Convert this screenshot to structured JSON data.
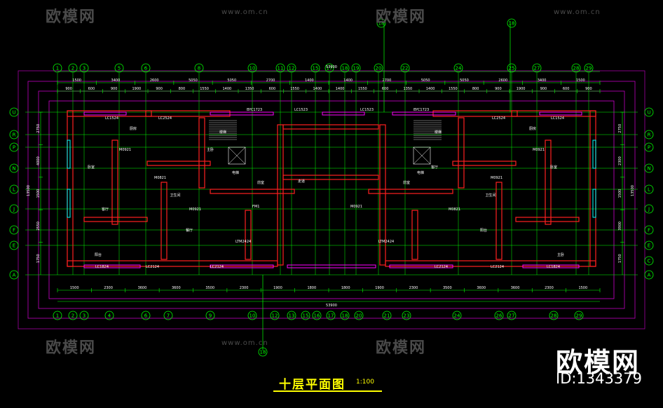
{
  "drawing": {
    "title": "十层平面图",
    "scale": "1:100",
    "total_width": "53900",
    "total_width_bottom": "53900",
    "total_depth": "13500"
  },
  "brand": {
    "logo": "欧模网",
    "id": "ID:1343379"
  },
  "watermark": {
    "logo": "欧模网",
    "url": "www.om.cn"
  },
  "axes": {
    "top_labels": [
      "1",
      "2",
      "3",
      "5",
      "6",
      "8",
      "10",
      "11",
      "12",
      "15",
      "17",
      "18",
      "19",
      "20",
      "22",
      "24",
      "25",
      "27",
      "28",
      "29"
    ],
    "bottom_labels": [
      "1",
      "2",
      "3",
      "4",
      "6",
      "7",
      "9",
      "10",
      "12",
      "13",
      "15",
      "16",
      "17",
      "18",
      "20",
      "21",
      "23",
      "24",
      "26",
      "27",
      "28",
      "29"
    ],
    "left_labels": [
      "U",
      "R",
      "P",
      "N",
      "L",
      "J",
      "F",
      "E",
      "A"
    ],
    "right_labels": [
      "U",
      "R",
      "P",
      "N",
      "L",
      "J",
      "F",
      "E",
      "C",
      "A"
    ],
    "section_marks": [
      "18",
      "18",
      "18"
    ]
  },
  "dimensions": {
    "top_row1": [
      "1500",
      "3400",
      "2600",
      "5050",
      "5050",
      "2700",
      "1400",
      "1400",
      "2700",
      "5050",
      "5050",
      "2600",
      "3400",
      "1500"
    ],
    "top_row2": [
      "900",
      "600",
      "900",
      "1900",
      "900",
      "800",
      "1550",
      "1400",
      "1350",
      "600",
      "1550",
      "1400",
      "1400",
      "1550",
      "600",
      "1350",
      "1400",
      "1550",
      "800",
      "900",
      "1900",
      "900",
      "600",
      "900"
    ],
    "bottom_row1": [
      "1500",
      "2300",
      "3600",
      "3600",
      "3500",
      "2300",
      "1900",
      "1800",
      "1800",
      "1900",
      "2300",
      "3500",
      "3600",
      "3600",
      "2300",
      "1500"
    ],
    "left_side": [
      "2750",
      "4000",
      "1500",
      "2550",
      "1750"
    ],
    "right_side": [
      "2750",
      "2300",
      "1500",
      "3900",
      "1750"
    ]
  },
  "rooms": [
    "卧室",
    "客厅",
    "厨房",
    "卫生间",
    "餐厅",
    "阳台",
    "主卧",
    "电梯",
    "楼梯",
    "走道",
    "前室",
    "客厅",
    "卧室",
    "厨房",
    "卫生间",
    "阳台",
    "主卧",
    "电梯",
    "楼梯",
    "前室"
  ],
  "window_tags": [
    "LC1524",
    "LC2524",
    "BYC1723",
    "LC1523",
    "LC1523",
    "BYC1723",
    "LC2524",
    "LC1524",
    "LC1824",
    "LC2124",
    "LC2124",
    "LTM2424",
    "LTM2424",
    "LC2124",
    "LC2124",
    "LC1824"
  ],
  "door_tags": [
    "M0921",
    "M0821",
    "M0921",
    "FM1",
    "M0921",
    "M0821",
    "M0921",
    "M0921"
  ],
  "colors": {
    "background": "#000000",
    "wall": "#ff2020",
    "window": "#ff00ff",
    "dimension": "#00ff00",
    "axis": "#00ff00",
    "text": "#ffffff",
    "title": "#ffff00",
    "boundary": "#b000b0",
    "cyan": "#00ffff"
  }
}
